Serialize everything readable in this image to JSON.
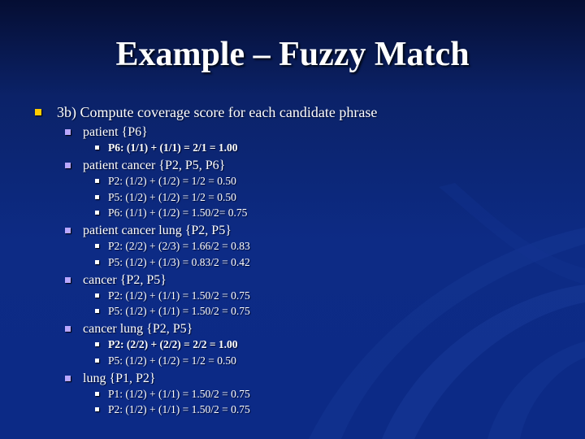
{
  "slide": {
    "title": "Example – Fuzzy Match",
    "step": "3b) Compute coverage score for each candidate phrase",
    "groups": [
      {
        "phrase": "patient {P6}",
        "scores": [
          {
            "text": "P6: (1/1) + (1/1) = 2/1 = 1.00",
            "bold": true
          }
        ]
      },
      {
        "phrase": "patient cancer {P2, P5, P6}",
        "scores": [
          {
            "text": "P2: (1/2) + (1/2) = 1/2 = 0.50",
            "bold": false
          },
          {
            "text": "P5: (1/2) + (1/2) = 1/2 = 0.50",
            "bold": false
          },
          {
            "text": "P6: (1/1) + (1/2) = 1.50/2= 0.75",
            "bold": false
          }
        ]
      },
      {
        "phrase": "patient cancer lung {P2, P5}",
        "scores": [
          {
            "text": "P2: (2/2) + (2/3) = 1.66/2 = 0.83",
            "bold": false
          },
          {
            "text": "P5: (1/2) + (1/3) = 0.83/2 = 0.42",
            "bold": false
          }
        ]
      },
      {
        "phrase": "cancer {P2, P5}",
        "scores": [
          {
            "text": "P2: (1/2) + (1/1) = 1.50/2 = 0.75",
            "bold": false
          },
          {
            "text": "P5: (1/2) + (1/1) = 1.50/2 = 0.75",
            "bold": false
          }
        ]
      },
      {
        "phrase": "cancer lung {P2, P5}",
        "scores": [
          {
            "text": "P2: (2/2) + (2/2) = 2/2 = 1.00",
            "bold": true
          },
          {
            "text": "P5: (1/2) + (1/2) = 1/2 = 0.50",
            "bold": false
          }
        ]
      },
      {
        "phrase": "lung {P1, P2}",
        "scores": [
          {
            "text": "P1: (1/2) + (1/1) = 1.50/2 = 0.75",
            "bold": false
          },
          {
            "text": "P2: (1/2) + (1/1) = 1.50/2 = 0.75",
            "bold": false
          }
        ]
      }
    ]
  },
  "colors": {
    "background_top": "#050e33",
    "background_bottom": "#0c2a86",
    "level1_bullet": "#ffcc00",
    "level2_bullet": "#b9a7ff",
    "level3_bullet": "#ffffff",
    "text": "#ffffff"
  }
}
